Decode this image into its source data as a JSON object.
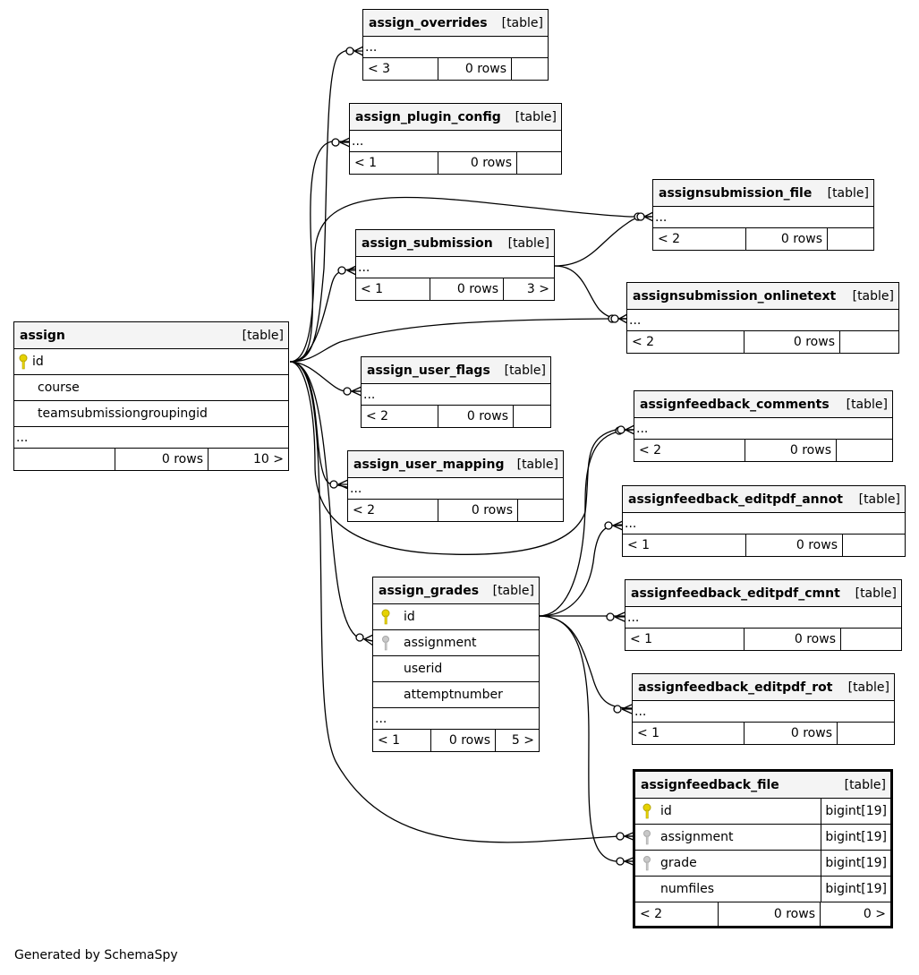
{
  "footer": "Generated by SchemaSpy",
  "table_tag": "[table]",
  "tables": {
    "assign_overrides": {
      "name": "assign_overrides",
      "ellipsis": "...",
      "parents": "< 3",
      "rows": "0 rows",
      "children": ""
    },
    "assign_plugin_config": {
      "name": "assign_plugin_config",
      "ellipsis": "...",
      "parents": "< 1",
      "rows": "0 rows",
      "children": ""
    },
    "assignsubmission_file": {
      "name": "assignsubmission_file",
      "ellipsis": "...",
      "parents": "< 2",
      "rows": "0 rows",
      "children": ""
    },
    "assign_submission": {
      "name": "assign_submission",
      "ellipsis": "...",
      "parents": "< 1",
      "rows": "0 rows",
      "children": "3 >"
    },
    "assignsubmission_onlinetext": {
      "name": "assignsubmission_onlinetext",
      "ellipsis": "...",
      "parents": "< 2",
      "rows": "0 rows",
      "children": ""
    },
    "assign": {
      "name": "assign",
      "columns": [
        "id",
        "course",
        "teamsubmissiongroupingid"
      ],
      "ellipsis": "...",
      "parents": "",
      "rows": "0 rows",
      "children": "10 >"
    },
    "assign_user_flags": {
      "name": "assign_user_flags",
      "ellipsis": "...",
      "parents": "< 2",
      "rows": "0 rows",
      "children": ""
    },
    "assignfeedback_comments": {
      "name": "assignfeedback_comments",
      "ellipsis": "...",
      "parents": "< 2",
      "rows": "0 rows",
      "children": ""
    },
    "assign_user_mapping": {
      "name": "assign_user_mapping",
      "ellipsis": "...",
      "parents": "< 2",
      "rows": "0 rows",
      "children": ""
    },
    "assignfeedback_editpdf_annot": {
      "name": "assignfeedback_editpdf_annot",
      "ellipsis": "...",
      "parents": "< 1",
      "rows": "0 rows",
      "children": ""
    },
    "assign_grades": {
      "name": "assign_grades",
      "columns": [
        "id",
        "assignment",
        "userid",
        "attemptnumber"
      ],
      "ellipsis": "...",
      "parents": "< 1",
      "rows": "0 rows",
      "children": "5 >"
    },
    "assignfeedback_editpdf_cmnt": {
      "name": "assignfeedback_editpdf_cmnt",
      "ellipsis": "...",
      "parents": "< 1",
      "rows": "0 rows",
      "children": ""
    },
    "assignfeedback_editpdf_rot": {
      "name": "assignfeedback_editpdf_rot",
      "ellipsis": "...",
      "parents": "< 1",
      "rows": "0 rows",
      "children": ""
    },
    "assignfeedback_file": {
      "name": "assignfeedback_file",
      "columns": [
        "id",
        "assignment",
        "grade",
        "numfiles"
      ],
      "types": [
        "bigint[19]",
        "bigint[19]",
        "bigint[19]",
        "bigint[19]"
      ],
      "parents": "< 2",
      "rows": "0 rows",
      "children": "0 >"
    }
  },
  "colors": {
    "primary_key": "#e6d200",
    "foreign_key": "#a8a8a8",
    "header_bg": "#f4f4f4",
    "line": "#000000"
  }
}
